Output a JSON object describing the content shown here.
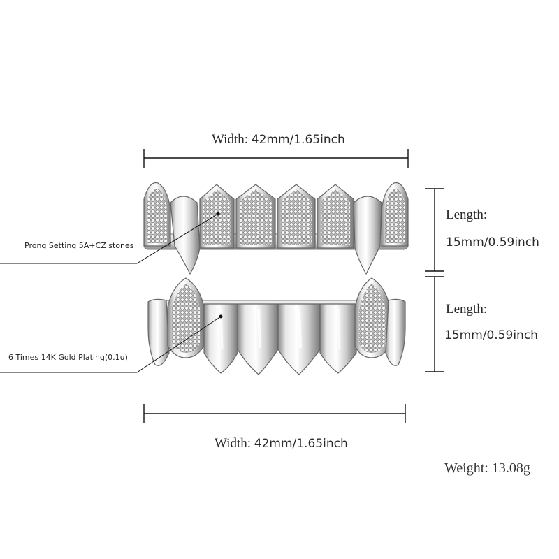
{
  "dimensions": {
    "top_width": {
      "label": "Width:",
      "value": "42mm/1.65inch"
    },
    "bottom_width": {
      "label": "Width:",
      "value": "42mm/1.65inch"
    },
    "top_length": {
      "label": "Length:",
      "value": "15mm/0.59inch"
    },
    "bottom_length": {
      "label": "Length:",
      "value": "15mm/0.59inch"
    }
  },
  "callouts": {
    "stones": "Prong Setting 5A+CZ stones",
    "plating": "6 Times  14K  Gold  Plating(0.1u)"
  },
  "weight": "Weight: 13.08g",
  "colors": {
    "metal_light": "#f4f4f4",
    "metal_mid": "#c9c9c9",
    "metal_dark": "#6d6d6d",
    "line": "#111111"
  }
}
